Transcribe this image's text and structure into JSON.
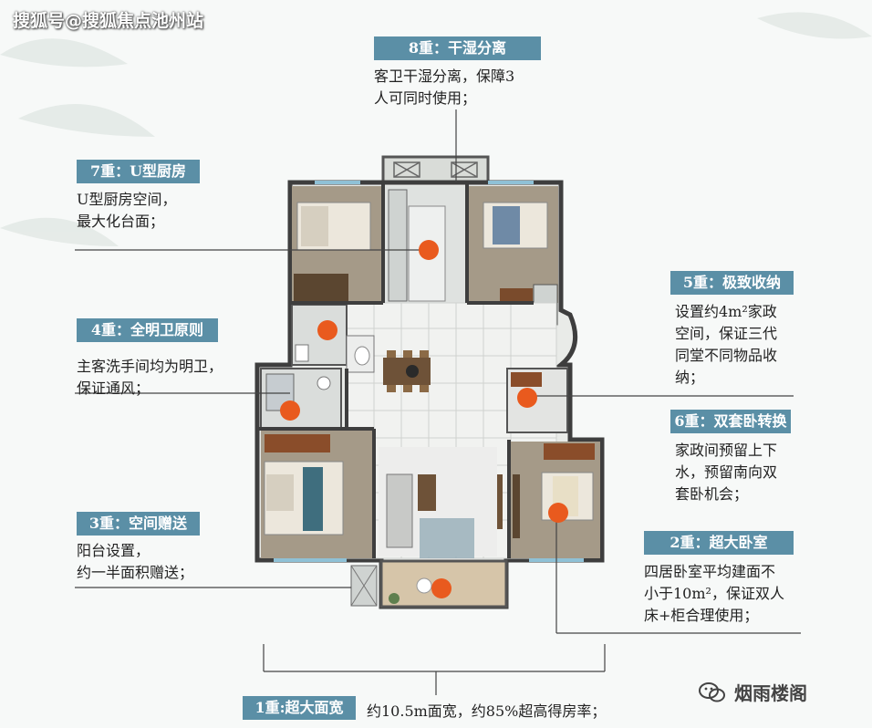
{
  "watermark": "搜狐号@搜狐焦点池州站",
  "annotations": [
    {
      "id": "8",
      "label": "8重：干湿分离",
      "text": "客卫干湿分离，保障3\n人可同时使用；"
    },
    {
      "id": "7",
      "label": "7重：U型厨房",
      "text": "U型厨房空间，\n最大化台面；"
    },
    {
      "id": "4",
      "label": "4重：全明卫原则",
      "text": "主客洗手间均为明卫，\n保证通风；"
    },
    {
      "id": "3",
      "label": "3重：空间赠送",
      "text": "阳台设置，\n约一半面积赠送；"
    },
    {
      "id": "5",
      "label": "5重：极致收纳",
      "text": "设置约4m²家政\n空间，保证三代\n同堂不同物品收\n纳；"
    },
    {
      "id": "6",
      "label": "6重：双套卧转换",
      "text": "家政间预留上下\n水，预留南向双\n套卧机会；"
    },
    {
      "id": "2",
      "label": "2重：超大卧室",
      "text": "四居卧室平均建面不\n小于10m²，保证双人\n床+柜合理使用；"
    },
    {
      "id": "1",
      "label": "1重:超大面宽",
      "text": "约10.5m面宽，约85%超高得房率；"
    }
  ],
  "wechat_mark": "烟雨楼阁"
}
